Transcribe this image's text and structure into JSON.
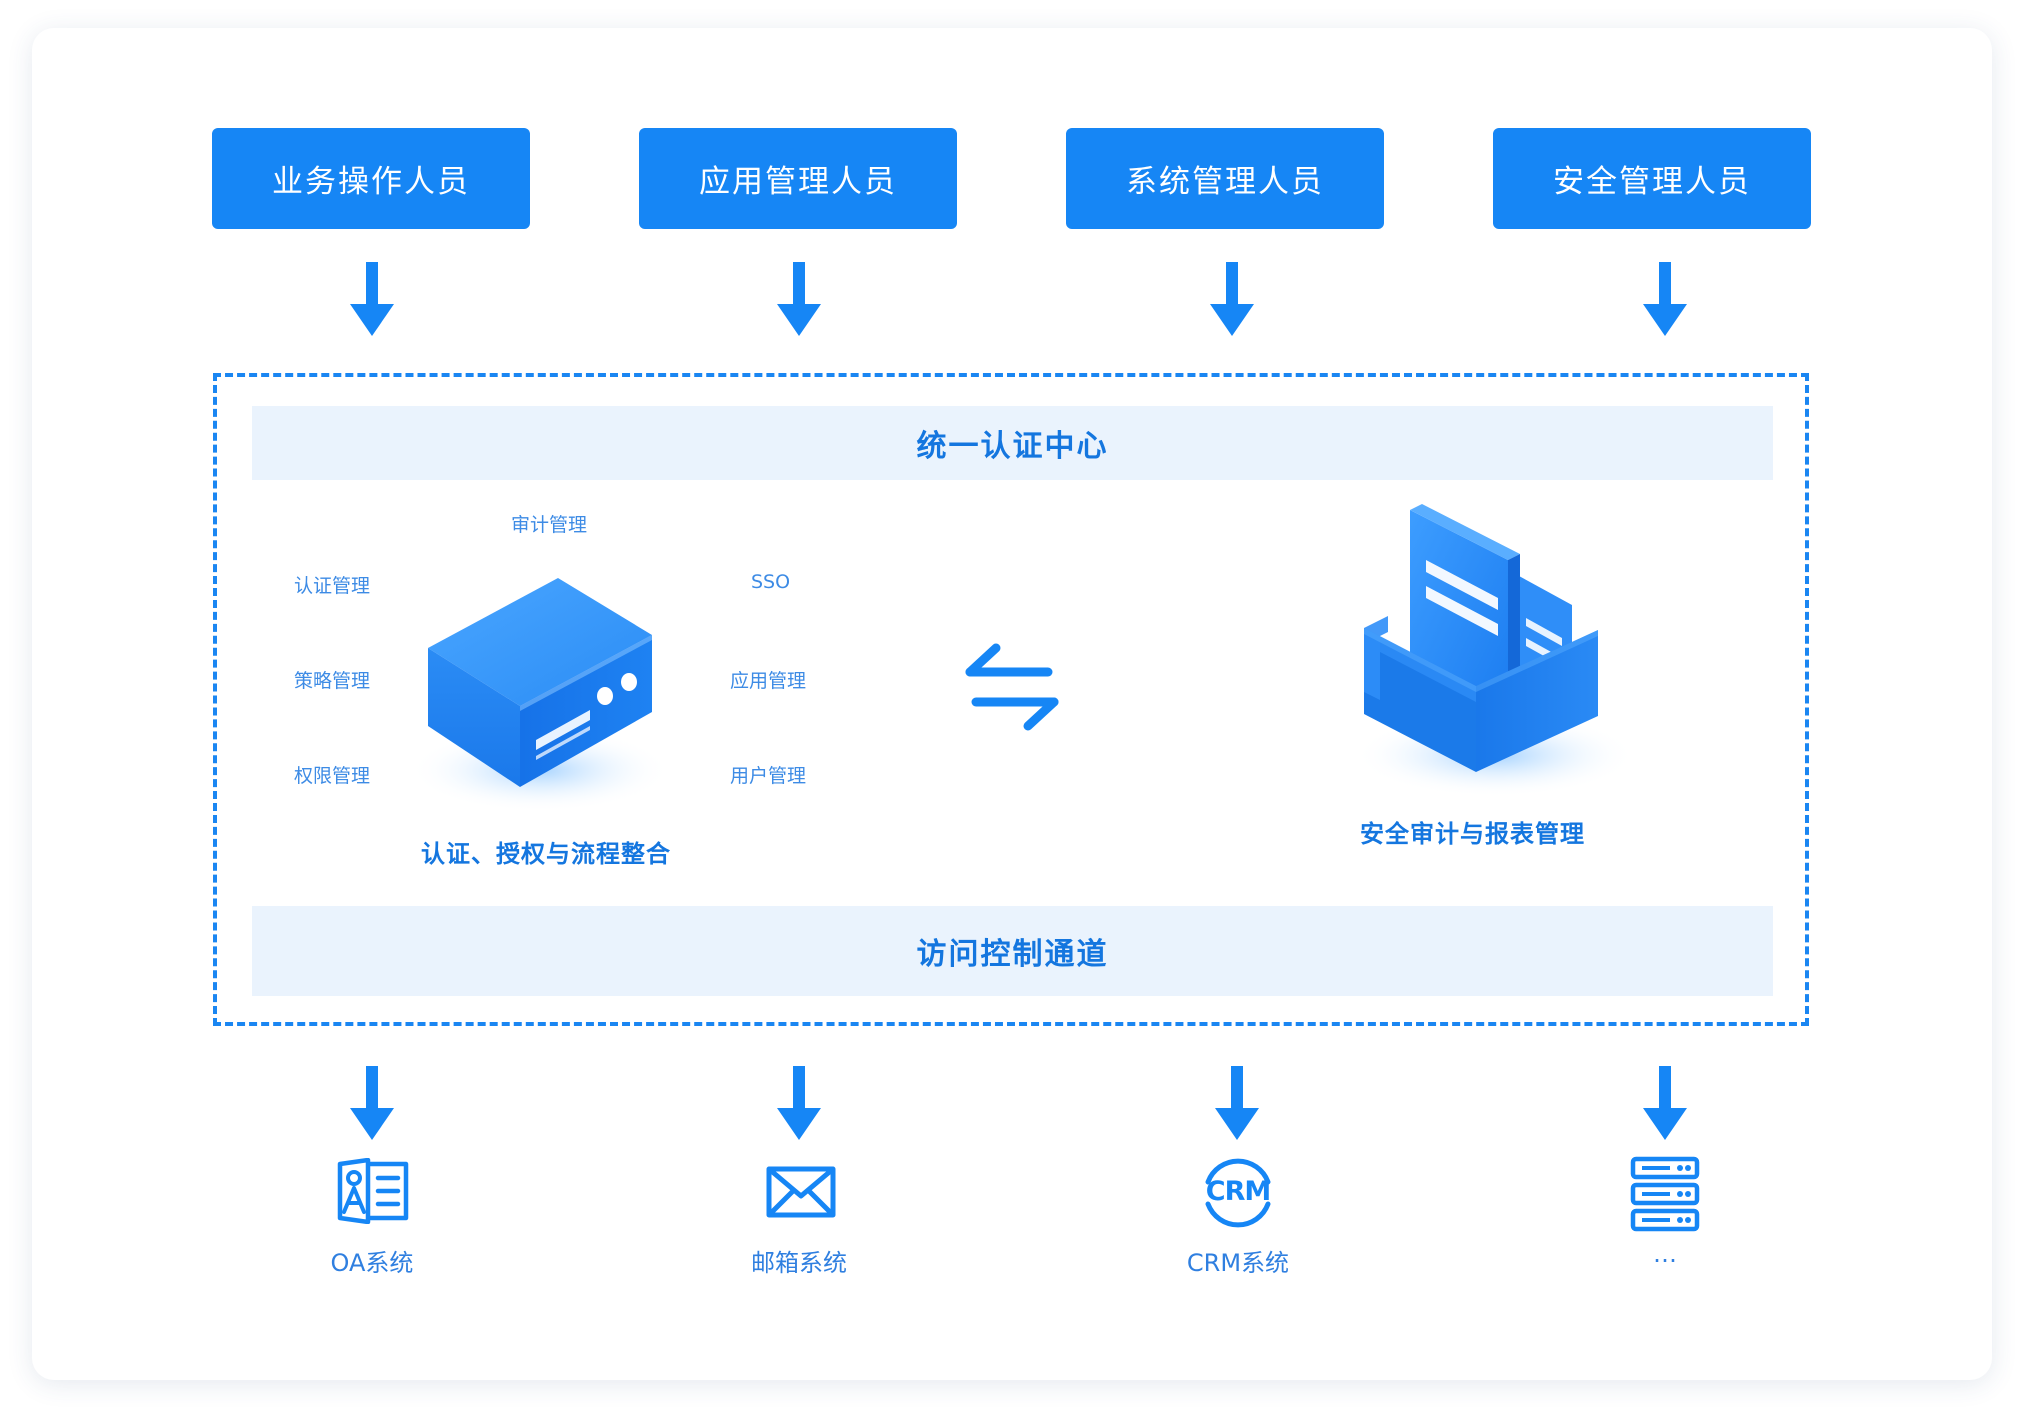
{
  "roles": [
    {
      "label": "业务操作人员"
    },
    {
      "label": "应用管理人员"
    },
    {
      "label": "系统管理人员"
    },
    {
      "label": "安全管理人员"
    }
  ],
  "center": {
    "auth_band": "统一认证中心",
    "access_band": "访问控制通道",
    "left_features": [
      "认证管理",
      "策略管理",
      "权限管理"
    ],
    "top_feature": "审计管理",
    "right_features": [
      "SSO",
      "应用管理",
      "用户管理"
    ],
    "server_caption": "认证、授权与流程整合",
    "audit_caption": "安全审计与报表管理"
  },
  "systems": [
    {
      "label": "OA系统",
      "icon": "oa-document-icon"
    },
    {
      "label": "邮箱系统",
      "icon": "mail-envelope-icon"
    },
    {
      "label": "CRM系统",
      "icon": "crm-icon",
      "icon_text": "CRM"
    },
    {
      "label": "…",
      "icon": "server-rack-icon"
    }
  ],
  "colors": {
    "primary": "#1686f5",
    "band_bg": "#eaf3fd",
    "text_blue": "#1476df"
  }
}
